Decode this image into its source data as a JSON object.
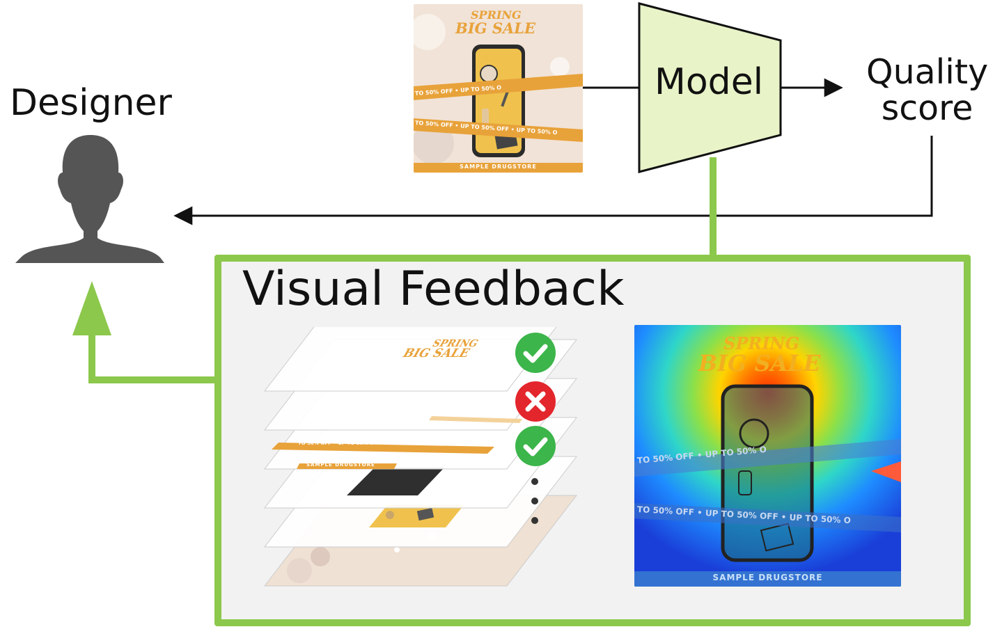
{
  "labels": {
    "designer": "Designer",
    "model": "Model",
    "quality_line1": "Quality",
    "quality_line2": "score",
    "visual_feedback": "Visual Feedback"
  },
  "poster": {
    "title_line1": "SPRING",
    "title_line2": "BIG SALE",
    "ribbon": "TO 50% OFF • UP TO 50% OFF • UP TO 50% O",
    "ribbon_short": "TO 50% OFF • UP TO 50% O",
    "ribbon_right": "• UP TO 50% O",
    "footer": "SAMPLE DRUGSTORE"
  },
  "layer_status": [
    "check",
    "cross",
    "check"
  ],
  "colors": {
    "green": "#8cc84b",
    "model_fill": "#e8f3c8",
    "panel_bg": "#f2f2f2",
    "orange": "#e8a23a",
    "check_green": "#3cb54a",
    "cross_red": "#e3262c",
    "silhouette": "#555555"
  }
}
